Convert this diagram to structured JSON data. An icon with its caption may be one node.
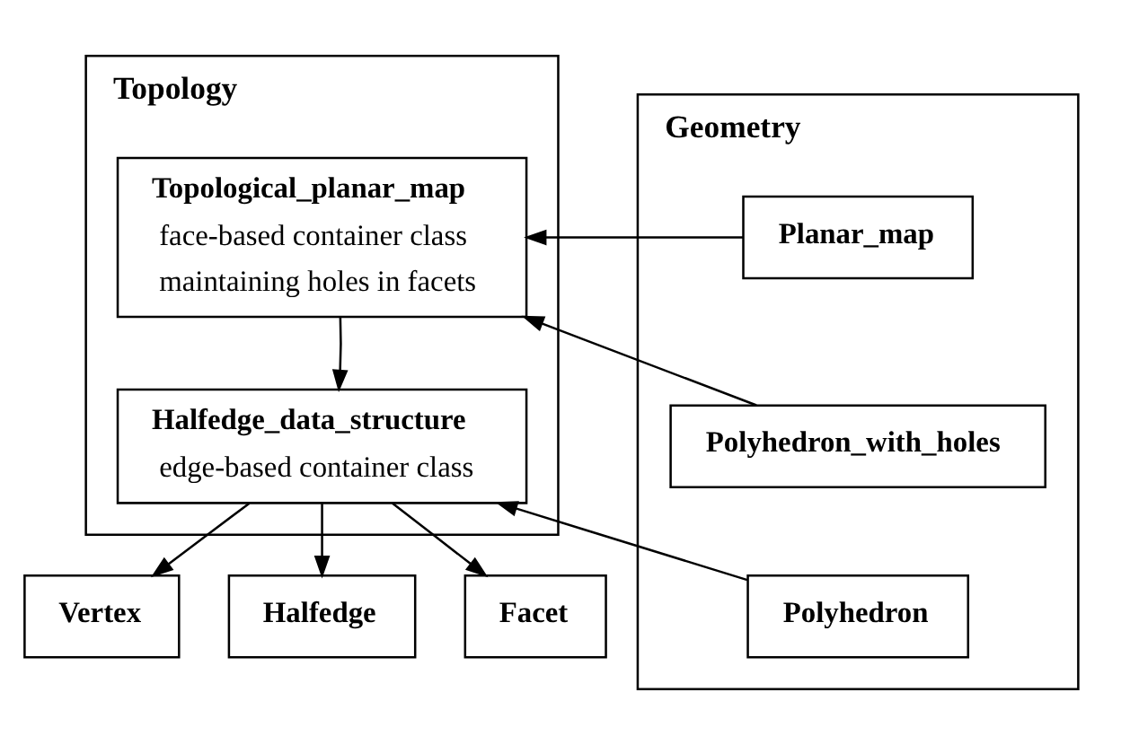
{
  "diagram": {
    "nodes": [
      {
        "text": [
          "Topology"
        ]
      },
      {
        "text": [
          "Topological_planar_map",
          "face-based container class",
          "maintaining holes in facets"
        ],
        "in": 0
      },
      {
        "text": [
          "Halfedge_data_structure",
          "edge-based container class"
        ],
        "in": 0
      },
      {
        "text": [
          "Vertex"
        ]
      },
      {
        "text": [
          "Halfedge"
        ]
      },
      {
        "text": [
          "Facet"
        ]
      },
      {
        "text": [
          "Geometry"
        ]
      },
      {
        "text": [
          "Planar_map"
        ],
        "in": 6
      },
      {
        "text": [
          "Polyhedron_with_holes"
        ],
        "in": 6
      },
      {
        "text": [
          "Polyhedron"
        ],
        "in": 6
      }
    ],
    "edges": [
      {
        "from": 7,
        "to": 1,
        "arrow": "to"
      },
      {
        "from": 8,
        "to": 1,
        "arrow": "to"
      },
      {
        "from": 1,
        "to": 2,
        "arrow": "to"
      },
      {
        "from": 9,
        "to": 2,
        "arrow": "to"
      },
      {
        "from": 2,
        "to": 3,
        "arrow": "to"
      },
      {
        "from": 2,
        "to": 4,
        "arrow": "to"
      },
      {
        "from": 2,
        "to": 5,
        "arrow": "to"
      }
    ]
  }
}
